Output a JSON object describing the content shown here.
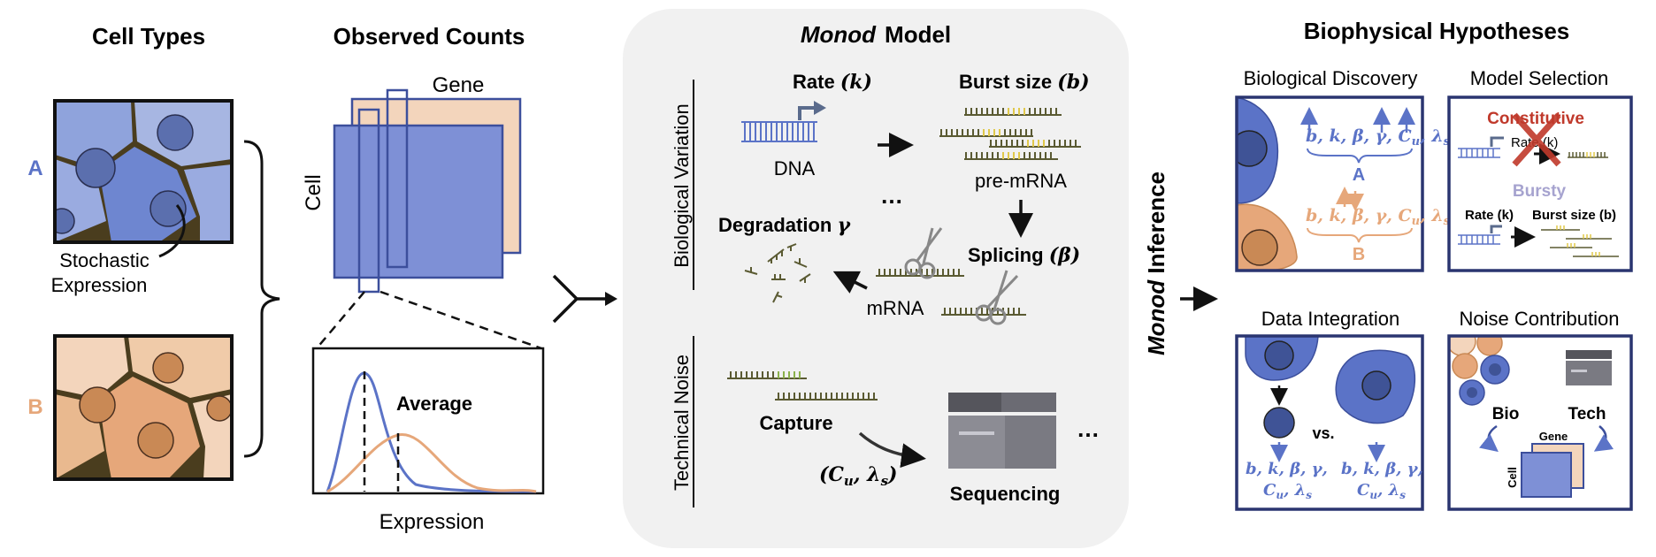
{
  "colors": {
    "blue": "#5b73c7",
    "blue_light": "#8fa3dc",
    "blue_dark": "#3c4f9c",
    "orange": "#e6a77a",
    "orange_light": "#f3d5bc",
    "orange_dark": "#c98955",
    "olive": "#5a5a32",
    "yellow": "#e0c84a",
    "red": "#c0392b",
    "gray_panel": "#f1f1f1",
    "lilac": "#a6a3cf"
  },
  "cell_types": {
    "title": "Cell Types",
    "label_a": "A",
    "label_b": "B",
    "annotation_line1": "Stochastic",
    "annotation_line2": "Expression"
  },
  "observed_counts": {
    "title": "Observed Counts",
    "gene_label": "Gene",
    "cell_label": "Cell",
    "average_label": "Average",
    "expression_label": "Expression"
  },
  "model": {
    "title_italic": "Monod",
    "title_rest": "Model",
    "side_bio": "Biological Variation",
    "side_tech": "Technical Noise",
    "rate_label": "Rate",
    "rate_param": "(k)",
    "burst_label": "Burst size",
    "burst_param": "(b)",
    "dna_label": "DNA",
    "premrna_label": "pre-mRNA",
    "ellipsis": "…",
    "degradation_label": "Degradation",
    "degradation_param": "γ",
    "splicing_label": "Splicing",
    "splicing_param": "(β)",
    "mrna_label": "mRNA",
    "capture_label": "Capture",
    "capture_params": "(C",
    "capture_params_sub1": "u",
    "capture_params_mid": ", λ",
    "capture_params_sub2": "s",
    "capture_params_end": ")",
    "sequencing_label": "Sequencing",
    "tech_ellipsis": "…"
  },
  "inference": {
    "label_italic": "Monod",
    "label_rest": " Inference"
  },
  "hypotheses": {
    "title": "Biophysical Hypotheses",
    "bio_discovery": {
      "title": "Biological Discovery",
      "params_line": "b, k, β, γ, C",
      "params_sub": "u",
      "params_tail": ", λ",
      "params_tail_sub": "s",
      "label_a": "A",
      "label_b": "B"
    },
    "model_selection": {
      "title": "Model Selection",
      "constitutive": "Constitutive",
      "rate_label": "Rate (k)",
      "bursty": "Bursty",
      "rate_label2": "Rate (k)",
      "burst_label": "Burst size (b)"
    },
    "data_integration": {
      "title": "Data Integration",
      "vs": "vs.",
      "params_line1": "b, k, β, γ,",
      "params_line2": "C",
      "params_line2_sub": "u",
      "params_line2_tail": ", λ",
      "params_line2_tail_sub": "s"
    },
    "noise_contribution": {
      "title": "Noise Contribution",
      "bio": "Bio",
      "tech": "Tech",
      "gene": "Gene",
      "cell": "Cell"
    }
  }
}
